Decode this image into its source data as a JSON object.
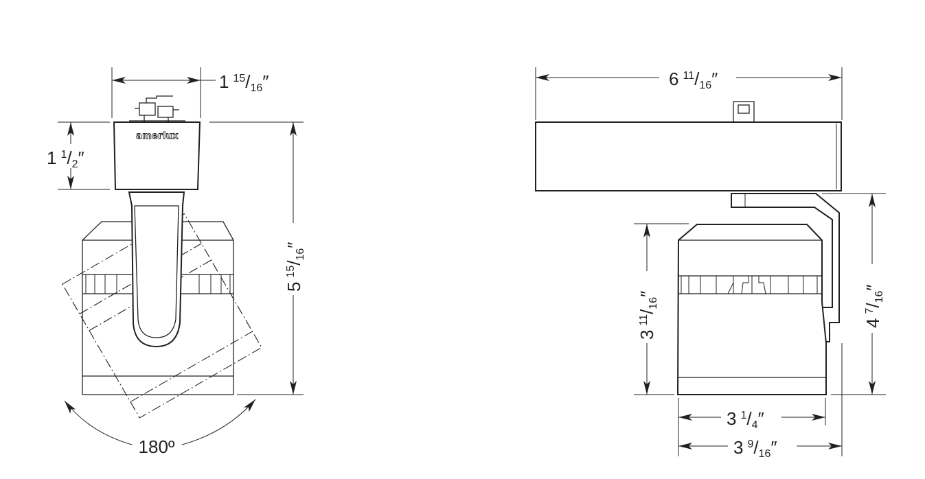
{
  "brand": "amerlux",
  "dimensions": {
    "front_width": {
      "whole": "1",
      "num": "15",
      "den": "16",
      "unit": "″"
    },
    "adapter_height": {
      "whole": "1",
      "num": "1",
      "den": "2",
      "unit": "″"
    },
    "front_total_height": {
      "whole": "5",
      "num": "15",
      "den": "16",
      "unit": "″"
    },
    "rotation": "180º",
    "side_total_length": {
      "whole": "6",
      "num": "11",
      "den": "16",
      "unit": "″"
    },
    "head_height": {
      "whole": "3",
      "num": "11",
      "den": "16",
      "unit": "″"
    },
    "arm_height": {
      "whole": "4",
      "num": "7",
      "den": "16",
      "unit": "″"
    },
    "head_width": {
      "whole": "3",
      "num": "1",
      "den": "4",
      "unit": "″"
    },
    "head_with_arm_width": {
      "whole": "3",
      "num": "9",
      "den": "16",
      "unit": "″"
    }
  }
}
